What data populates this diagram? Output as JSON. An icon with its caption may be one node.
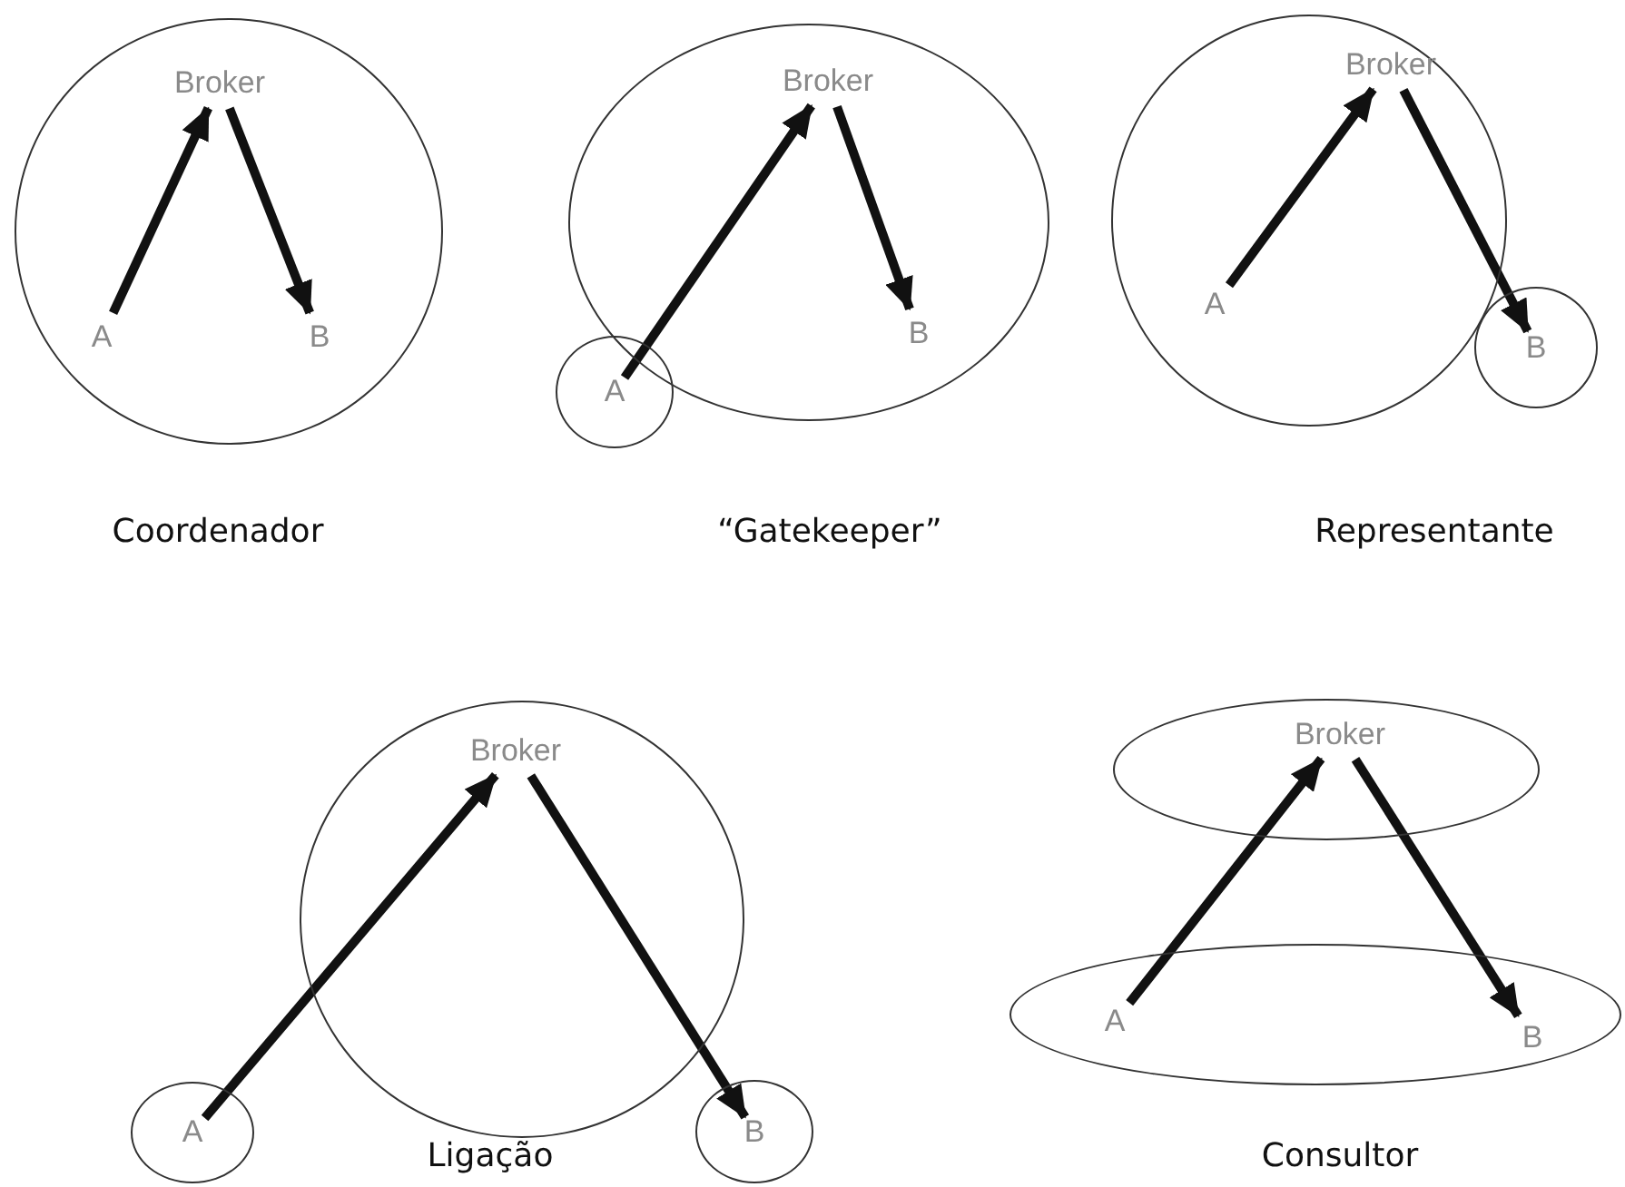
{
  "diagram": {
    "nodes": [
      {
        "text": [],
        "shape": "circle"
      },
      {
        "text": [
          "Broker"
        ],
        "in": 0
      },
      {
        "text": [
          "A"
        ],
        "in": 0
      },
      {
        "text": [
          "B"
        ],
        "in": 0
      },
      {
        "text": [],
        "shape": "circle"
      },
      {
        "text": [
          "Broker"
        ],
        "in": 4
      },
      {
        "text": [
          "A"
        ]
      },
      {
        "text": [
          "B"
        ],
        "in": 4
      },
      {
        "text": [],
        "shape": "circle"
      },
      {
        "text": [
          "Broker"
        ],
        "in": 8
      },
      {
        "text": [
          "A"
        ],
        "in": 8
      },
      {
        "text": [
          "B"
        ]
      },
      {
        "text": [],
        "shape": "circle"
      },
      {
        "text": [
          "Broker"
        ],
        "in": 12
      },
      {
        "text": [
          "A"
        ]
      },
      {
        "text": [
          "B"
        ]
      },
      {
        "text": [],
        "shape": "circle"
      },
      {
        "text": [
          "Broker"
        ],
        "in": 16
      },
      {
        "text": [],
        "shape": "circle"
      },
      {
        "text": [
          "A"
        ],
        "in": 18
      },
      {
        "text": [
          "B"
        ],
        "in": 18
      }
    ],
    "edges": [
      {
        "from": 2,
        "to": 1,
        "arrow": "to"
      },
      {
        "from": 1,
        "to": 3,
        "arrow": "to"
      },
      {
        "from": 6,
        "to": 5,
        "arrow": "to"
      },
      {
        "from": 5,
        "to": 7,
        "arrow": "to"
      },
      {
        "from": 10,
        "to": 9,
        "arrow": "to"
      },
      {
        "from": 9,
        "to": 11,
        "arrow": "to"
      },
      {
        "from": 14,
        "to": 13,
        "arrow": "to"
      },
      {
        "from": 13,
        "to": 15,
        "arrow": "to"
      },
      {
        "from": 19,
        "to": 17,
        "arrow": "to"
      },
      {
        "from": 17,
        "to": 20,
        "arrow": "to"
      }
    ],
    "labels": [
      "Coordenador",
      "“Gatekeeper”",
      "Representante",
      "Ligação",
      "Consultor"
    ]
  }
}
